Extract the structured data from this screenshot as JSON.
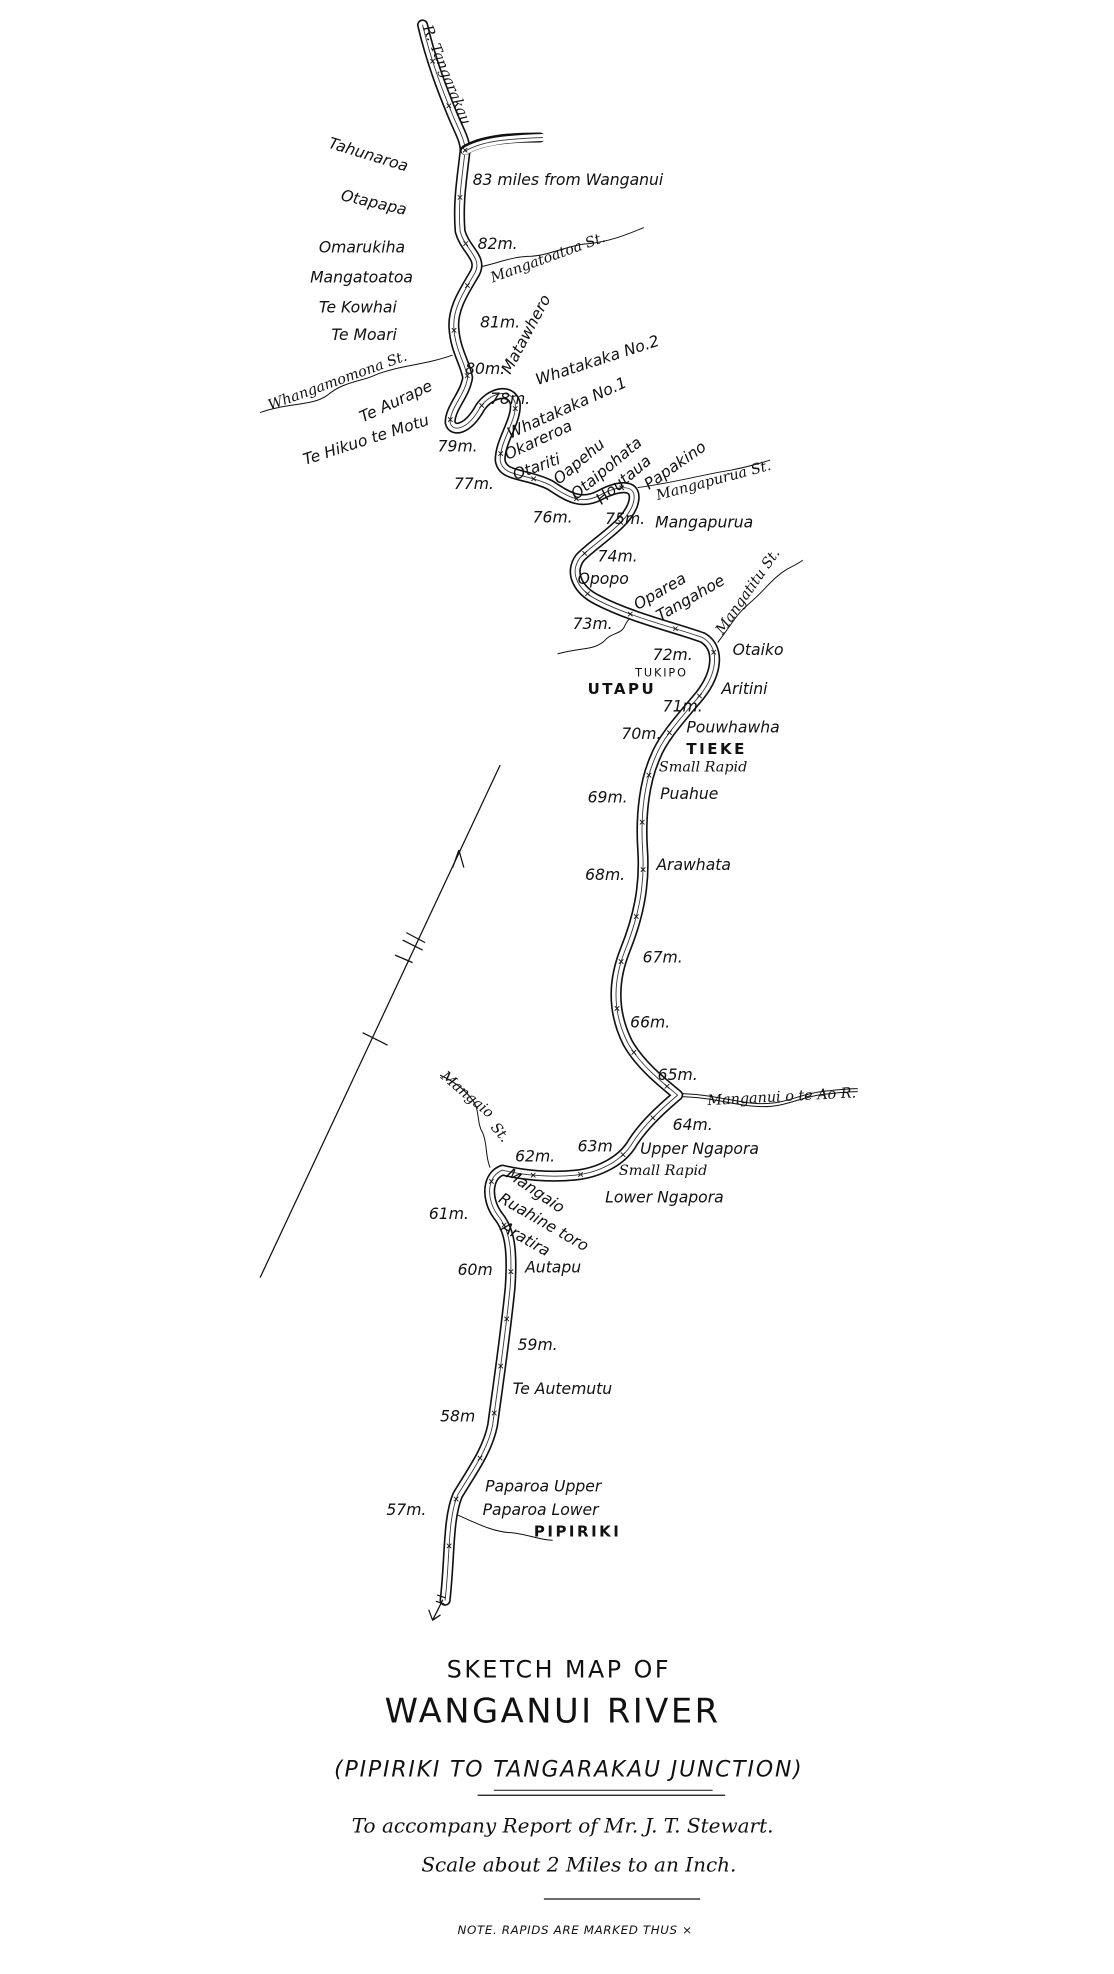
{
  "map": {
    "tributary_label": "R. Tangarakau",
    "places": {
      "tahunaroa": "Tahunaroa",
      "otapapa": "Otapapa",
      "omarukiha": "Omarukiha",
      "mangatoatoa": "Mangatoatoa",
      "te_kowhai": "Te Kowhai",
      "te_moari": "Te Moari",
      "te_aurape": "Te Aurape",
      "te_hikuotemotu": "Te Hikuo te Motu",
      "matawhero": "Matawhero",
      "whatakaka2": "Whatakaka No.2",
      "whatakaka1": "Whatakaka No.1",
      "okareroa": "Okareroa",
      "otariti": "Otariti",
      "oapehu": "Oapehu",
      "otaipohata": "Otaipohata",
      "houtaua": "Houtaua",
      "papakino": "Papakino",
      "mangapurua": "Mangapurua",
      "opopo": "Opopo",
      "oparea": "Oparea",
      "tangahoe": "Tangahoe",
      "otaiko": "Otaiko",
      "tukipo": "TUKIPO",
      "utapu": "UTAPU",
      "aritini": "Aritini",
      "pouwhawha": "Pouwhawha",
      "tieke": "TIEKE",
      "small_rapid_1": "Small Rapid",
      "puahue": "Puahue",
      "arawhata": "Arawhata",
      "upper_ngapora": "Upper Ngapora",
      "small_rapid_2": "Small Rapid",
      "mangaio": "Mangaio",
      "lower_ngapora": "Lower Ngapora",
      "ruahine_toro": "Ruahine toro",
      "aratira": "Aratira",
      "autapu": "Autapu",
      "te_autemutu": "Te Autemutu",
      "paparoa_upper": "Paparoa Upper",
      "paparoa_lower": "Paparoa Lower",
      "pipiriki": "PIPIRIKI"
    },
    "streams": {
      "mangatoatoa_st": "Mangatoatoa St.",
      "whangamomona_st": "Whangamomona St.",
      "mangapurua_st": "Mangapurua St.",
      "mangatitu_st": "Mangatitu St.",
      "manganui_r": "Manganui o te Ao R.",
      "mangaio_st": "Mangaio",
      "mangaio_st_suffix": "St."
    },
    "miles": {
      "m83": "83 miles from Wanganui",
      "m82": "82m.",
      "m81": "81m.",
      "m80": "80m.",
      "m79": "79m.",
      "m78": "78m.",
      "m77": "77m.",
      "m76": "76m.",
      "m75": "75m.",
      "m74": "74m.",
      "m73": "73m.",
      "m72": "72m.",
      "m71": "71m.",
      "m70": "70m.",
      "m69": "69m.",
      "m68": "68m.",
      "m67": "67m.",
      "m66": "66m.",
      "m65": "65m.",
      "m64": "64m.",
      "m63": "63m",
      "m62": "62m.",
      "m61": "61m.",
      "m60": "60m",
      "m59": "59m.",
      "m58": "58m",
      "m57": "57m."
    }
  },
  "title": {
    "line1": "SKETCH MAP OF",
    "line2": "WANGANUI RIVER",
    "line3": "(PIPIRIKI TO TANGARAKAU JUNCTION)",
    "report": "To accompany Report of Mr. J. T. Stewart.",
    "scale": "Scale about 2 Miles to an Inch.",
    "note": "NOTE. RAPIDS ARE MARKED THUS ×"
  },
  "colors": {
    "ink": "#111111",
    "paper": "#ffffff"
  }
}
